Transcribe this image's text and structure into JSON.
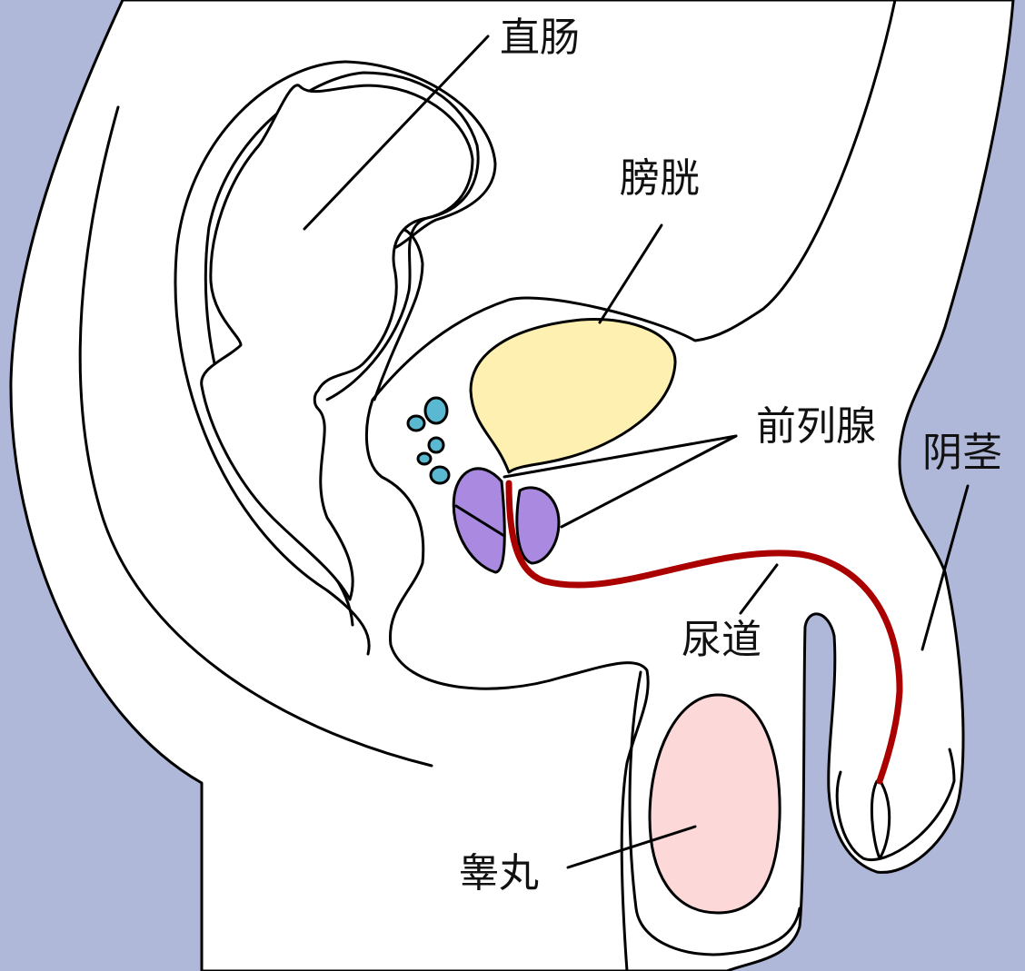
{
  "labels": {
    "rectum": "直肠",
    "bladder": "膀胱",
    "prostate": "前列腺",
    "penis": "阴茎",
    "urethra": "尿道",
    "testis": "睾丸"
  },
  "colors": {
    "background": "#b0b8da",
    "body": "#ffffff",
    "bladder": "#fdf0b0",
    "prostate": "#a98ae0",
    "urethra": "#aa0000",
    "testis": "#fcd8d8",
    "seminal": "#5ab8d0"
  }
}
